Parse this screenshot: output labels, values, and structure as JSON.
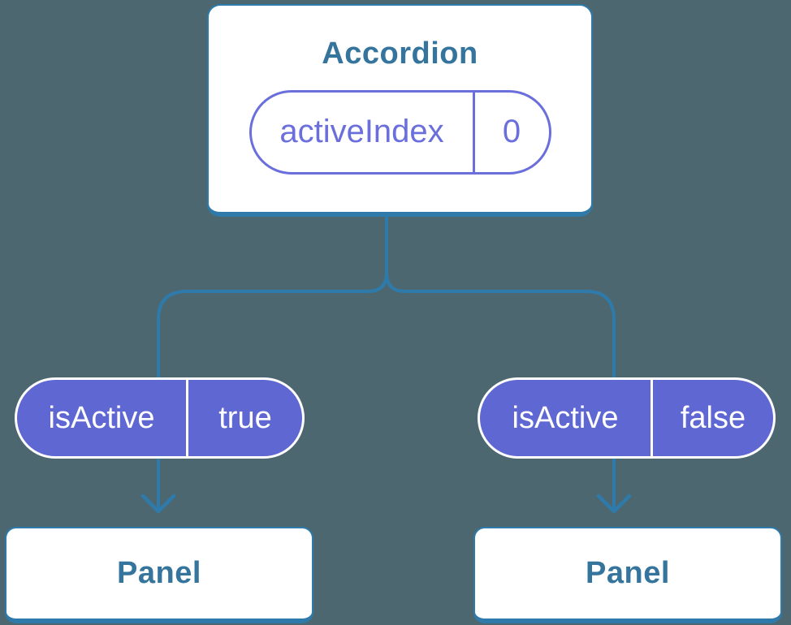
{
  "colors": {
    "background": "#4d6770",
    "connector": "#2e7bab",
    "node-border": "#2e7bab",
    "node-title": "#35749c",
    "node-bg": "#ffffff",
    "prop-accent": "#6a6fdb",
    "state-pill-bg": "#5f68d2",
    "state-pill-text": "#ffffff"
  },
  "tree": {
    "root": {
      "title": "Accordion",
      "prop": {
        "name": "activeIndex",
        "value": "0"
      }
    },
    "children": [
      {
        "prop": {
          "name": "isActive",
          "value": "true"
        },
        "panel_title": "Panel"
      },
      {
        "prop": {
          "name": "isActive",
          "value": "false"
        },
        "panel_title": "Panel"
      }
    ]
  }
}
